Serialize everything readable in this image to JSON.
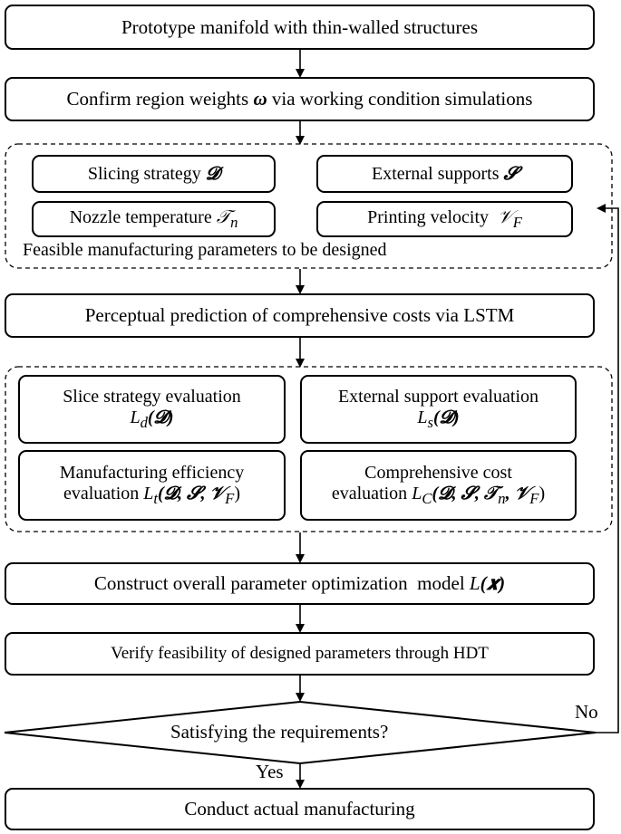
{
  "nodes": {
    "prototype": {
      "text": "Prototype manifold with thin-walled structures"
    },
    "confirm": {
      "text": "Confirm region weights",
      "symbol": "ω",
      "text_after": " via working condition simulations"
    },
    "slicing": {
      "text": "Slicing strategy ",
      "symbol": "𝓓"
    },
    "external_supports": {
      "text": "External supports ",
      "symbol": "𝓢"
    },
    "nozzle": {
      "text": "Nozzle temperature ",
      "symbol": "𝒯",
      "subscript": "n"
    },
    "velocity": {
      "text": "Printing velocity  ",
      "symbol": "𝒱",
      "subscript": "F"
    },
    "parameters_group": {
      "caption": "Feasible manufacturing parameters to be designed"
    },
    "perceptual": {
      "text": "Perceptual prediction of comprehensive costs via LSTM"
    },
    "slice_eval": {
      "line1": "Slice strategy evaluation",
      "sym": "L",
      "sub": "d",
      "args": "(𝓓)"
    },
    "support_eval": {
      "line1": "External support evaluation",
      "sym": "L",
      "sub": "s",
      "args": "(𝓓)"
    },
    "efficiency_eval": {
      "line1": "Manufacturing efficiency",
      "line2_prefix": "evaluation ",
      "sym": "L",
      "sub": "t",
      "args": "(𝓓, 𝓢, 𝒱",
      "args_sub": "F",
      "args_end": ")"
    },
    "cost_eval": {
      "line1": "Comprehensive cost",
      "line2_prefix": "evaluation ",
      "sym": "L",
      "sub": "C",
      "args": "(𝓓, 𝓢, 𝒯",
      "args_sub1": "n",
      "args_mid": ", 𝒱",
      "args_sub2": "F",
      "args_end": ")"
    },
    "construct": {
      "text": "Construct overall parameter optimization  model ",
      "sym": "L",
      "args": "(𝒙)"
    },
    "verify": {
      "text": "Verify feasibility of designed parameters through HDT"
    },
    "decision": {
      "text": "Satisfying the requirements?"
    },
    "conduct": {
      "text": "Conduct actual manufacturing"
    }
  },
  "edges": {
    "no_label": "No",
    "yes_label": "Yes"
  },
  "colors": {
    "stroke": "#000000",
    "background": "#ffffff"
  }
}
